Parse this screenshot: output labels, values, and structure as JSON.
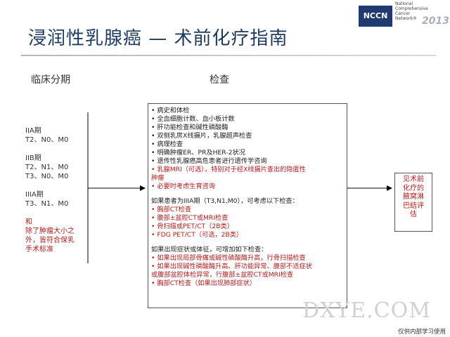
{
  "logo": {
    "box_text": "NCCN",
    "small_lines": [
      "National",
      "Comprehensive",
      "Cancer",
      "Network®"
    ],
    "year": "2013"
  },
  "title": "浸润性乳腺癌 — 术前化疗指南",
  "headers": {
    "staging": "临床分期",
    "workup": "检查"
  },
  "left": {
    "lines": [
      {
        "text": "IIA期",
        "red": false
      },
      {
        "text": "T2、N0、M0",
        "red": false
      },
      {
        "text": "",
        "red": false
      },
      {
        "text": "IIB期",
        "red": false
      },
      {
        "text": "T2、N1、M0",
        "red": false
      },
      {
        "text": "T3、N0、M0",
        "red": false
      },
      {
        "text": "",
        "red": false
      },
      {
        "text": "IIIA期",
        "red": false
      },
      {
        "text": "T3、N1、M0",
        "red": false
      },
      {
        "text": "",
        "red": false
      },
      {
        "text": "和",
        "red": true
      },
      {
        "text": "除了肿瘤大小之",
        "red": true
      },
      {
        "text": "外，皆符合保乳",
        "red": true
      },
      {
        "text": "手术标准",
        "red": true
      }
    ]
  },
  "workup": {
    "items": [
      {
        "text": "• 病史和体检",
        "red": false
      },
      {
        "text": "• 全血细胞计数、血小板计数",
        "red": false
      },
      {
        "text": "• 肝功能检查和碱性磷酸酶",
        "red": false
      },
      {
        "text": "• 双侧乳房X线摄片，乳腺超声检查",
        "red": false
      },
      {
        "text": "• 病理检查",
        "red": false
      },
      {
        "text": "• 明确肿瘤ER、PR及HER-2状况",
        "red": false
      },
      {
        "text": "• 遗传性乳腺癌高危患者进行遗传学咨询",
        "red": false
      },
      {
        "text": "• 乳腺MRI（可选），特别对于经X线摄片查出的隐匿性",
        "red": true
      },
      {
        "text": "  肿瘤",
        "red": true
      },
      {
        "text": "• 必要时考虑生育咨询",
        "red": true
      },
      {
        "text": "",
        "red": false
      },
      {
        "text": "如果患者为IIIA期（T3,N1,M0），可考虑以下检查：",
        "red": false
      },
      {
        "text": "• 胸部CT检查",
        "red": true
      },
      {
        "text": "• 腹部±盆腔CT或MRI检查",
        "red": true
      },
      {
        "text": "• 骨扫描或PET/CT（2B类）",
        "red": true
      },
      {
        "text": "• FDG PET/CT（可选，2B类）",
        "red": true
      },
      {
        "text": "",
        "red": false
      },
      {
        "text": "如果出现症状或体征，可增加如下检查：",
        "red": false
      },
      {
        "text": "• 如果出现局部骨痛或碱性磷酸酶升高，行骨扫描检查",
        "red": true
      },
      {
        "text": "• 如果出现碱性磷酸酶升高、肝功能异常、腹部不适症状",
        "red": true
      },
      {
        "text": "  或腹部盆腔体检异常，行腹部±盆腔CT或MRI检查",
        "red": true
      },
      {
        "text": "• 胸部CT检查（如果出现肺部症状）",
        "red": true
      }
    ]
  },
  "result": {
    "lines": [
      "见术前",
      "化疗的",
      "腋窝淋",
      "巴结评",
      "估"
    ]
  },
  "watermark": "DXYE.COM",
  "footer": "仅供内部学习使用"
}
